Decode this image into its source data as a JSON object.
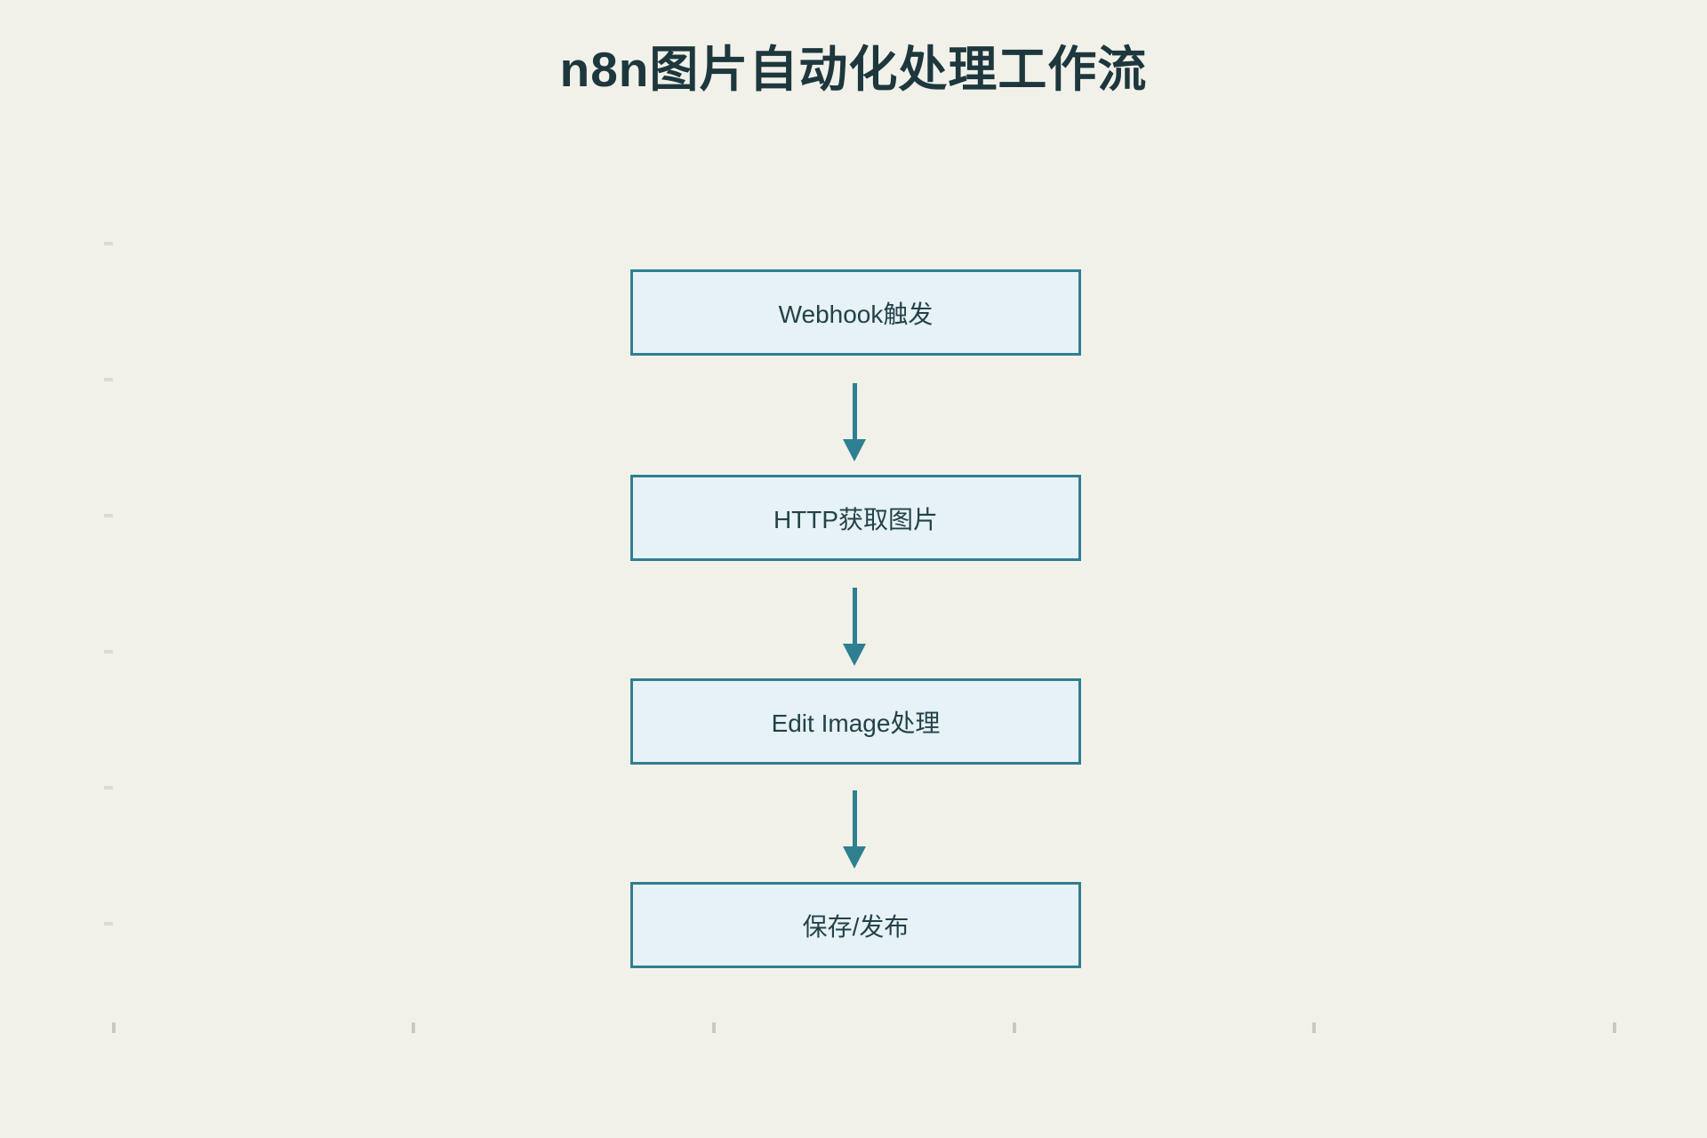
{
  "title": "n8n图片自动化处理工作流",
  "flow": {
    "nodes": [
      {
        "id": "webhook-trigger",
        "label": "Webhook触发"
      },
      {
        "id": "http-fetch-image",
        "label": "HTTP获取图片"
      },
      {
        "id": "edit-image-process",
        "label": "Edit Image处理"
      },
      {
        "id": "save-publish",
        "label": "保存/发布"
      }
    ],
    "connections": [
      {
        "from": "webhook-trigger",
        "to": "http-fetch-image",
        "style": "arrow-down"
      },
      {
        "from": "http-fetch-image",
        "to": "edit-image-process",
        "style": "arrow-down"
      },
      {
        "from": "edit-image-process",
        "to": "save-publish",
        "style": "arrow-down"
      }
    ]
  },
  "colors": {
    "background": "#f1f1ea",
    "node_fill": "#e7f2f6",
    "node_border": "#2e7f90",
    "arrow": "#2e7f90",
    "title_text": "#1d373d",
    "node_text": "#234249",
    "tick_left": "#dbdad5",
    "tick_bottom": "#c9c8c4"
  }
}
